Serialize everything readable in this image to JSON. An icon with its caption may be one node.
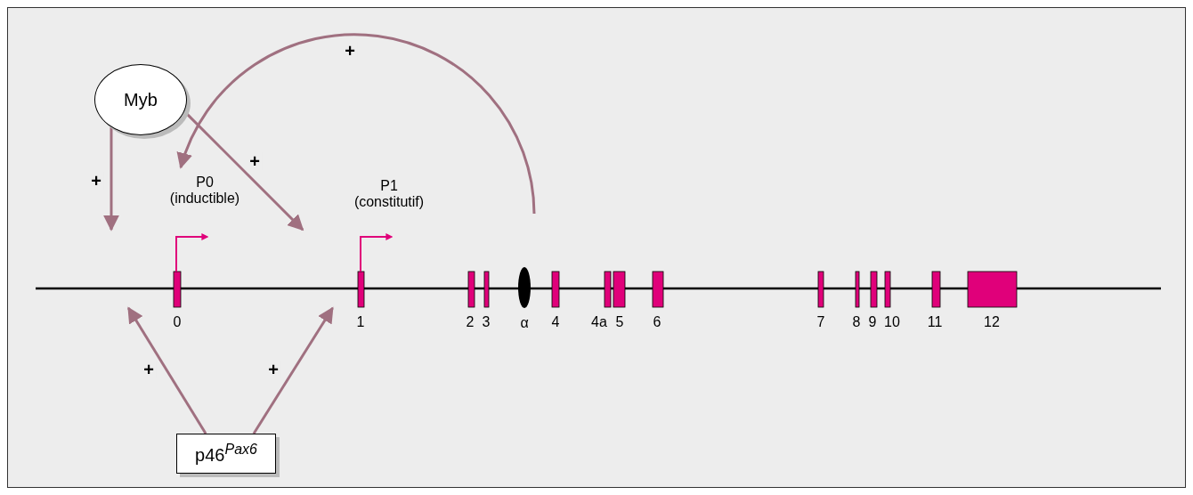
{
  "diagram": {
    "nodes": [
      {
        "text": [
          "Myb"
        ]
      },
      {
        "text": [
          "P0 (inductible)"
        ]
      },
      {
        "text": [
          "p46$^{Pax6}$"
        ]
      },
      {
        "text": [],
        "shape": "bar"
      }
    ],
    "edges": [
      {
        "from": 0,
        "to": 3,
        "arrow": "to",
        "label": "+"
      },
      {
        "from": 0,
        "to": 3,
        "arrow": "to",
        "label": "+"
      },
      {
        "from": null,
        "to": 1,
        "arrow": "to",
        "label": "+"
      },
      {
        "from": 2,
        "to": 3,
        "arrow": "to",
        "label": "+"
      },
      {
        "from": 2,
        "to": 3,
        "arrow": "to",
        "label": "+"
      }
    ],
    "labels": [
      "P1 (constitutif)",
      "0",
      "1",
      "2",
      "3",
      "α",
      "4",
      "4a",
      "5",
      "6",
      "7",
      "8",
      "9",
      "10",
      "11",
      "12"
    ]
  }
}
